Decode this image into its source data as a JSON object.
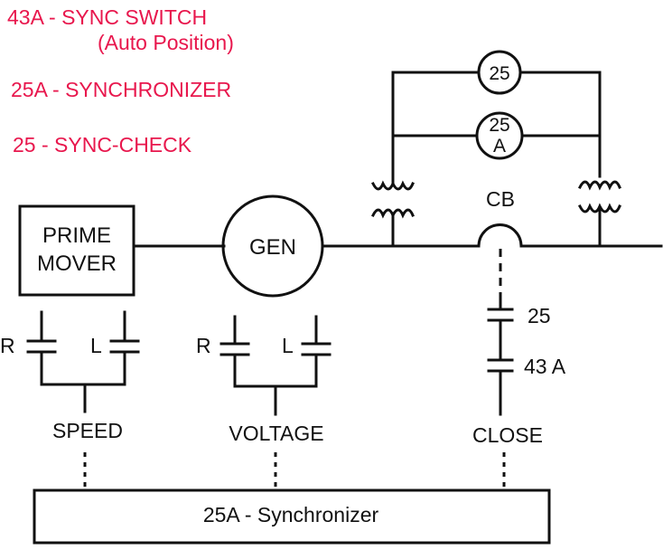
{
  "legend": {
    "line1": "43A - SYNC SWITCH",
    "line2": "(Auto Position)",
    "line3": "25A - SYNCHRONIZER",
    "line4": "25 - SYNC-CHECK"
  },
  "prime_mover": {
    "line1": "PRIME",
    "line2": "MOVER"
  },
  "generator": {
    "label": "GEN"
  },
  "relay_top": {
    "label": "25"
  },
  "relay_bottom": {
    "line1": "25",
    "line2": "A"
  },
  "breaker": {
    "label": "CB"
  },
  "contacts": {
    "speed_r": "R",
    "speed_l": "L",
    "voltage_r": "R",
    "voltage_l": "L",
    "close_upper": "25",
    "close_lower": "43 A"
  },
  "signals": {
    "speed": "SPEED",
    "voltage": "VOLTAGE",
    "close": "CLOSE"
  },
  "synchronizer_box": {
    "label": "25A - Synchronizer"
  },
  "colors": {
    "legend_text": "#e8174d",
    "lines": "#111111"
  }
}
